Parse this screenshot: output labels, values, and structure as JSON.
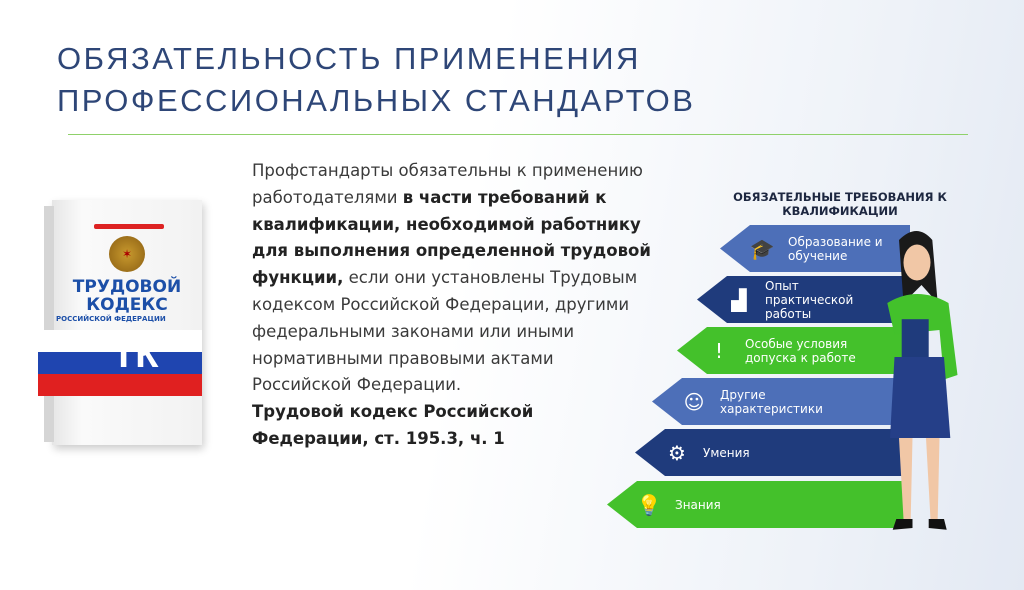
{
  "title": [
    "ОБЯЗАТЕЛЬНОСТЬ ПРИМЕНЕНИЯ",
    "ПРОФЕССИОНАЛЬНЫХ СТАНДАРТОВ"
  ],
  "body": {
    "p1": "Профстандарты обязательны к применению работодателями ",
    "p1_bold": "в части требований к квалификации, необходимой работнику для выполнения определенной трудовой функции,",
    "p2": " если они установлены Трудовым кодексом Российской Федерации, другими федеральными законами или иными нормативными правовыми актами Российской Федерации.",
    "citation": "Трудовой кодекс Российской Федерации, ст. 195.3, ч. 1"
  },
  "book": {
    "title": "ТРУДОВОЙ КОДЕКС",
    "subtitle": "РОССИЙСКОЙ ФЕДЕРАЦИИ",
    "abbr": "ТК"
  },
  "infographic": {
    "title": "ОБЯЗАТЕЛЬНЫЕ ТРЕБОВАНИЯ К КВАЛИФИКАЦИИ",
    "items": [
      {
        "label": "Образование и обучение",
        "icon": "graduation-cap-icon",
        "color": "#4d6fb8"
      },
      {
        "label": "Опыт практической работы",
        "icon": "worker-stairs-icon",
        "color": "#1f3b7c"
      },
      {
        "label": "Особые условия допуска к работе",
        "icon": "exclamation-icon",
        "color": "#44c12b"
      },
      {
        "label": "Другие характеристики",
        "icon": "person-icon",
        "color": "#4d6fb8"
      },
      {
        "label": "Умения",
        "icon": "skills-icon",
        "color": "#1f3b7c"
      },
      {
        "label": "Знания",
        "icon": "lightbulb-book-icon",
        "color": "#44c12b"
      }
    ]
  }
}
